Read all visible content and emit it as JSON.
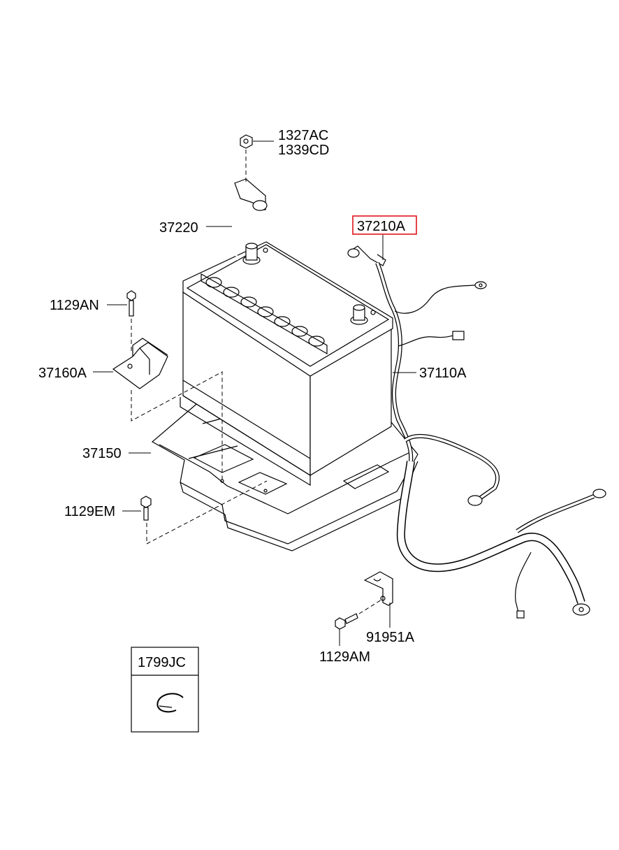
{
  "diagram": {
    "parts": {
      "nut": [
        "1327AC",
        "1339CD"
      ],
      "negative_cable": "37220",
      "positive_cable": "37210A",
      "clamp_bolt": "1129AN",
      "clamp": "37160A",
      "wiring": "37110A",
      "tray": "37150",
      "tray_bolt": "1129EM",
      "bracket": "91951A",
      "bracket_bolt": "1129AM"
    },
    "inset": {
      "label": "1799JC"
    },
    "highlight_color": "#e0141e"
  }
}
